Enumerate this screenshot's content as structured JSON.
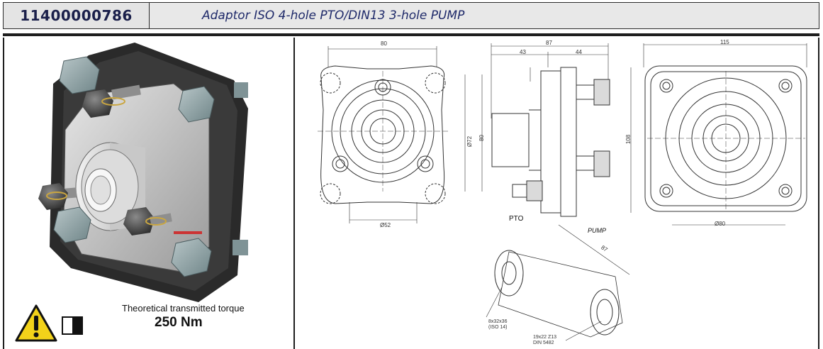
{
  "header": {
    "code": "11400000786",
    "title": "Adaptor ISO 4-hole PTO/DIN13 3-hole PUMP"
  },
  "torque": {
    "label": "Theoretical transmitted torque",
    "value": "250 Nm"
  },
  "drawing": {
    "pto_label": "PTO",
    "pump_label": "PUMP",
    "dims": {
      "front_width": "80",
      "front_height": "80",
      "front_diameter": "Ø72",
      "front_bore": "Ø52",
      "side_total": "87",
      "side_left": "43",
      "side_right": "44",
      "rear_width": "115",
      "rear_height": "108",
      "rear_bore": "Ø80",
      "iso_length": "87"
    },
    "notes": {
      "spline_pto_1": "8x32x36",
      "spline_pto_2": "(ISO 14)",
      "spline_pump_1": "19x22 Z13",
      "spline_pump_2": "DIN 5482"
    }
  }
}
